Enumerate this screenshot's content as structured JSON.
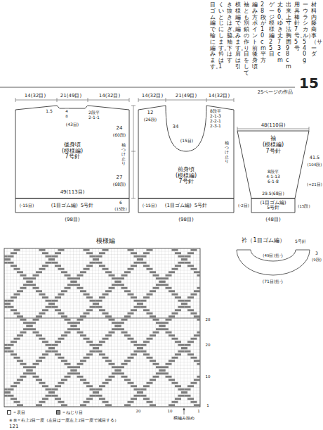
{
  "diagram": {
    "nodes": [
      {
        "text": [
          "後身頃",
          "(模様編)",
          "7号針"
        ]
      },
      {
        "text": [
          "(1目ゴム編)",
          "5号針"
        ]
      },
      {
        "text": [
          "前身頃",
          "(模様編)",
          "7号針"
        ]
      },
      {
        "text": [
          "(1目ゴム編)",
          "5号針"
        ]
      },
      {
        "text": [
          "袖",
          "(模様編)",
          "7号針"
        ]
      },
      {
        "text": [
          "(1目ゴム編)",
          "5号針"
        ]
      }
    ],
    "labels": [
      "材料　内藤商事（サーダ",
      "ーウラシカル）540g",
      "用具　棒針7号、5号",
      "出来上寸法　胸囲98cm",
      "丈60、ゆき丈73cm",
      "ゲージ　模様編25目",
      "28段が10cm平方",
      "編み方ポイント　前後身頃",
      "袖とも別鎖の作り目をして",
      "模様編で編みます。肩は引",
      "き抜きはぎ、脇、袖下はす",
      "くいとじにします。衿は1",
      "目ゴム編で輪に編みます。",
      "15",
      "25ページの作品",
      "14(32目)",
      "21(49目)",
      "14(32目)",
      "1.5",
      "4",
      "8",
      "2段平",
      "2-1-1",
      "(43目)",
      "24",
      "(60段)",
      "袖つけ止り",
      "27",
      "(68段)",
      "49(113目)",
      "(-15目)",
      "6",
      "(15段)",
      "(98目)",
      "14(32目)",
      "21(49目)",
      "14(32目)",
      "12",
      "(26段)",
      "8段平",
      "2-1-3",
      "2-2-1",
      "2-3-1",
      "34",
      "(15目)",
      "袖つけ止り",
      "(-15目)",
      "(98目)",
      "48(110目)",
      "8段平",
      "4-1-13",
      "6-1-8",
      "41.5",
      "(104段)",
      "(+21目)",
      "29.5(68目)",
      "(-2目)",
      "(15段)",
      "(48目)",
      "模様編",
      "1",
      "10",
      "20",
      "28",
      "1",
      "10",
      "20",
      "柄編み始め",
      "衿（1目ゴム編）",
      "5号針",
      "(49目)拾う",
      "(71目)拾う",
      "3",
      "(9段)",
      "※ ⊠＝右上2目一度（左目は一度左上2目一度で減目する）",
      "121"
    ],
    "legend": [
      {
        "text": "＝表目"
      },
      {
        "text": "＝ねじり目",
        "color": "#8c8c8c"
      }
    ]
  }
}
